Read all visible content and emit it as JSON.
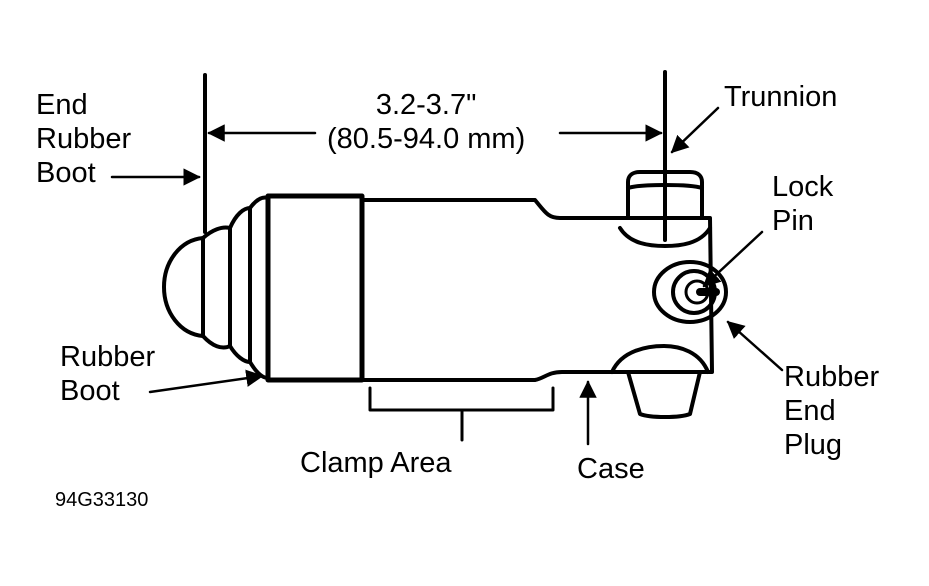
{
  "diagram": {
    "dimension": {
      "line1": "3.2-3.7\"",
      "line2": "(80.5-94.0 mm)"
    },
    "labels": {
      "end_rubber_boot": [
        "End",
        "Rubber",
        "Boot"
      ],
      "trunnion": "Trunnion",
      "lock_pin": [
        "Lock",
        "Pin"
      ],
      "rubber_boot": [
        "Rubber",
        "Boot"
      ],
      "rubber_end_plug": [
        "Rubber",
        "End",
        "Plug"
      ],
      "clamp_area": "Clamp Area",
      "case": "Case"
    },
    "figure_id": "94G33130"
  }
}
